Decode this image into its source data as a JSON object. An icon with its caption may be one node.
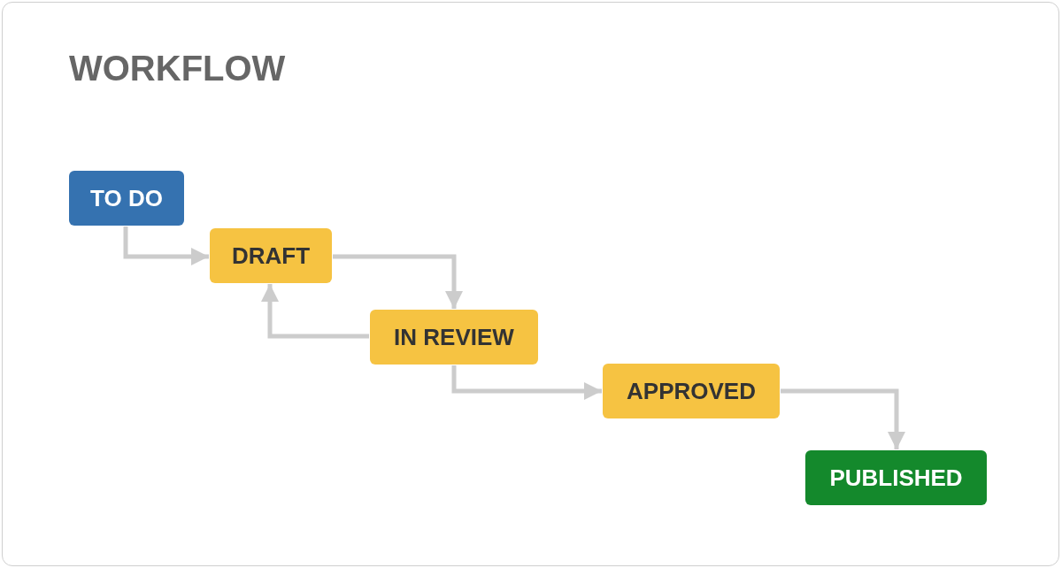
{
  "diagram": {
    "title": "WORKFLOW",
    "nodes": [
      {
        "text": [
          "TO DO"
        ]
      },
      {
        "text": [
          "DRAFT"
        ]
      },
      {
        "text": [
          "IN REVIEW"
        ]
      },
      {
        "text": [
          "APPROVED"
        ]
      },
      {
        "text": [
          "PUBLISHED"
        ]
      }
    ],
    "edges": [
      {
        "from": 0,
        "to": 1,
        "arrow": "to"
      },
      {
        "from": 1,
        "to": 2,
        "arrow": "to"
      },
      {
        "from": 2,
        "to": 1,
        "arrow": "to"
      },
      {
        "from": 2,
        "to": 3,
        "arrow": "to"
      },
      {
        "from": 3,
        "to": 4,
        "arrow": "to"
      }
    ]
  }
}
